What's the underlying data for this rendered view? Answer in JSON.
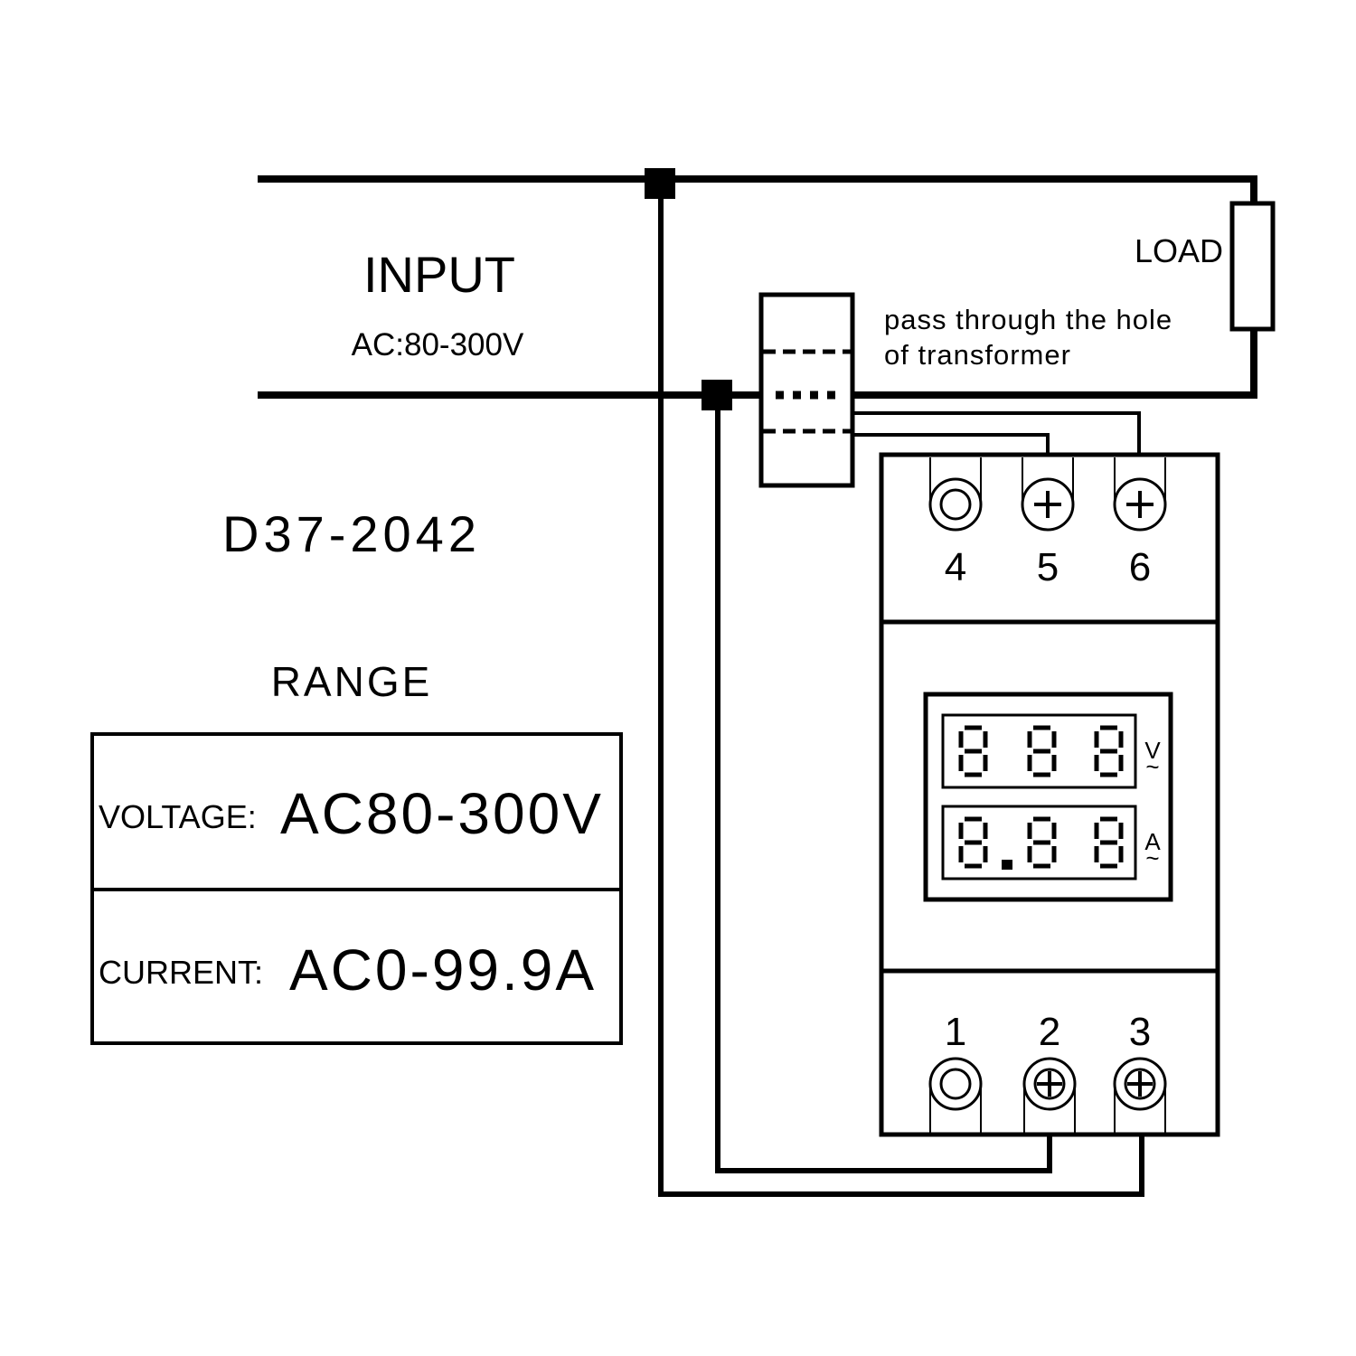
{
  "input": {
    "title": "INPUT",
    "voltage": "AC:80-300V"
  },
  "model": "D37-2042",
  "range": {
    "title": "RANGE",
    "rows": [
      {
        "label": "VOLTAGE:",
        "value": "AC80-300V"
      },
      {
        "label": "CURRENT:",
        "value": "AC0-99.9A"
      }
    ]
  },
  "load": {
    "label": "LOAD"
  },
  "transformer": {
    "note_line1": "pass through the hole",
    "note_line2": "of transformer"
  },
  "meter": {
    "top_terminals": [
      {
        "number": "4",
        "type": "plain"
      },
      {
        "number": "5",
        "type": "plus"
      },
      {
        "number": "6",
        "type": "plus"
      }
    ],
    "bottom_terminals": [
      {
        "number": "1",
        "type": "plain"
      },
      {
        "number": "2",
        "type": "plus"
      },
      {
        "number": "3",
        "type": "plus"
      }
    ],
    "voltage_display": {
      "digits": [
        "8",
        "8",
        "8"
      ],
      "decimal_after": null,
      "unit": "V",
      "unit_symbol": "~"
    },
    "current_display": {
      "digits": [
        "8",
        "8",
        "8"
      ],
      "decimal_after": 0,
      "unit": "A",
      "unit_symbol": "~"
    }
  },
  "colors": {
    "line": "#000000",
    "background": "#ffffff"
  }
}
